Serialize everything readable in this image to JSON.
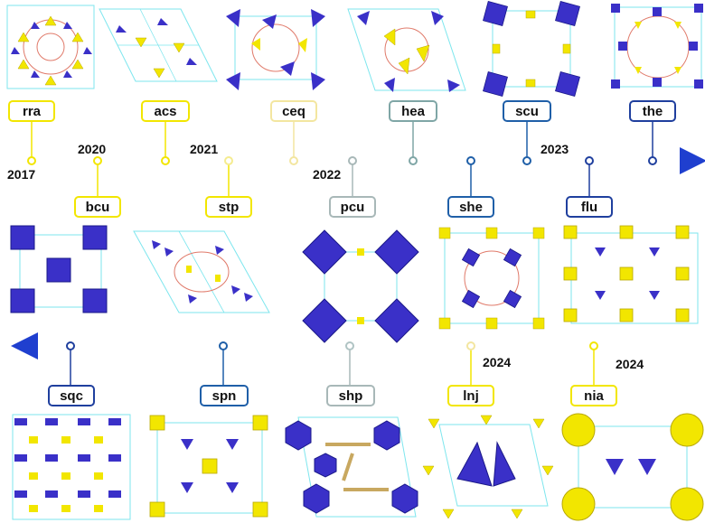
{
  "timeline_top": {
    "labels_above": [
      {
        "code": "rra",
        "color": "#f2e600"
      },
      {
        "code": "acs",
        "color": "#f2e600"
      },
      {
        "code": "ceq",
        "color": "#f3e6a0"
      },
      {
        "code": "hea",
        "color": "#7fa6a6"
      },
      {
        "code": "scu",
        "color": "#1f5fa8"
      },
      {
        "code": "the",
        "color": "#1f3f9e"
      }
    ],
    "labels_below": [
      {
        "code": "bcu",
        "color": "#f2e600"
      },
      {
        "code": "stp",
        "color": "#f2e600"
      },
      {
        "code": "pcu",
        "color": "#a8b8b8"
      },
      {
        "code": "she",
        "color": "#1f5fa8"
      },
      {
        "code": "flu",
        "color": "#1f3f9e"
      }
    ],
    "years": [
      "2017",
      "2020",
      "2021",
      "2022",
      "2023"
    ]
  },
  "timeline_bottom": {
    "labels_below": [
      {
        "code": "sqc",
        "color": "#1f3f9e"
      },
      {
        "code": "spn",
        "color": "#1f5fa8"
      },
      {
        "code": "shp",
        "color": "#a8b8b8"
      },
      {
        "code": "lnj",
        "color": "#f2e600"
      },
      {
        "code": "nia",
        "color": "#f2e600"
      }
    ],
    "years": [
      "2024",
      "2024"
    ]
  },
  "colors": {
    "yellow": "#f2e600",
    "blue": "#1f3fb8",
    "cell": "#7ee6ee",
    "link": "#e07a6a"
  }
}
